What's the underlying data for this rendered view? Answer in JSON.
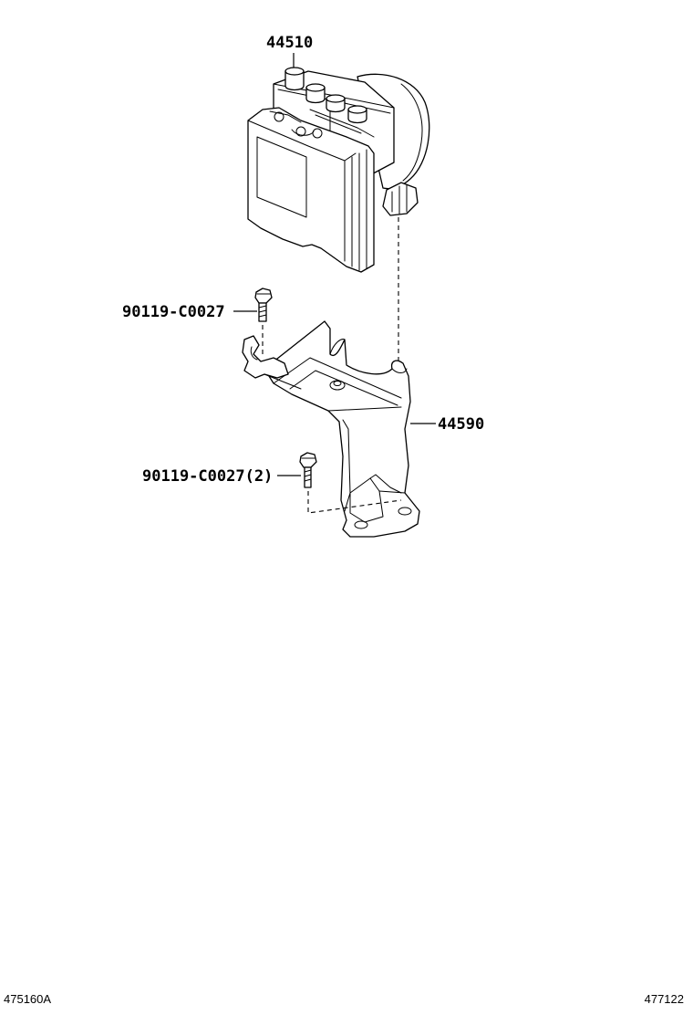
{
  "parts": {
    "abs_actuator": "44510",
    "bolt_upper": "90119-C0027",
    "bracket": "44590",
    "bolt_lower": "90119-C0027(2)"
  },
  "footer": {
    "left_code": "475160A",
    "right_code": "477122"
  }
}
